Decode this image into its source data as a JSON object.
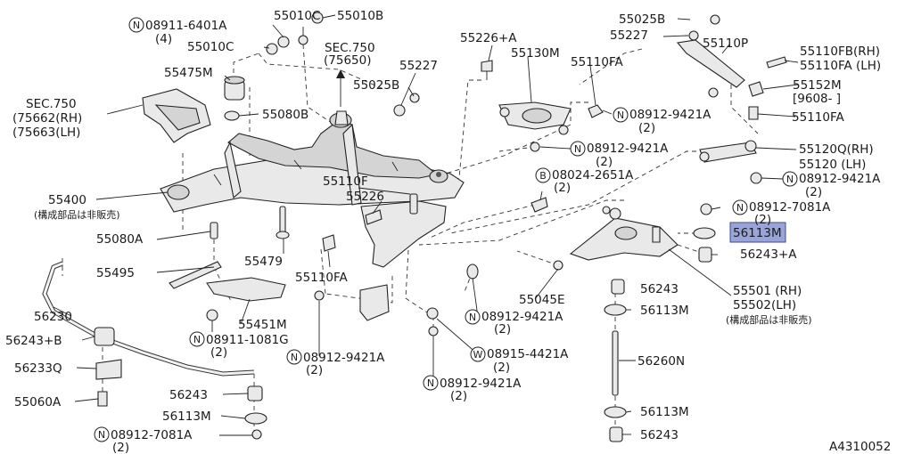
{
  "diagram_code": "A4310052",
  "highlight_color": "#9aa4d6",
  "labels": {
    "p55010c_a": "55010C",
    "p55010b": "55010B",
    "n08911_6401a": "08911-6401A",
    "n08911_6401a_qty": "(4)",
    "p55010c_b": "55010C",
    "sec750_a": "SEC.750",
    "sec750_a_num": "(75650)",
    "p55475m": "55475M",
    "sec750_b": "SEC.750",
    "sec750_b_rh": "(75662(RH)",
    "sec750_b_lh": "(75663(LH)",
    "p55080b": "55080B",
    "p55227_a": "55227",
    "p55025b_a": "55025B",
    "p55226a": "55226+A",
    "p55130m": "55130M",
    "p55110fa_a": "55110FA",
    "p55025b_b": "55025B",
    "p55227_b": "55227",
    "p55110p": "55110P",
    "p55110fb": "55110FB(RH)",
    "p55110fa_lh": "55110FA (LH)",
    "p55152m": "55152M",
    "p55152m_date": "[9608-     ]",
    "n08912_9421a_a": "08912-9421A",
    "n08912_9421a_a_qty": "(2)",
    "p55110fa_b": "55110FA",
    "n08912_9421a_b": "08912-9421A",
    "n08912_9421a_b_qty": "(2)",
    "p55120q": "55120Q(RH)",
    "p55120": "55120 (LH)",
    "b08024_2651a": "08024-2651A",
    "b08024_2651a_qty": "(2)",
    "n08912_9421a_c": "08912-9421A",
    "n08912_9421a_c_qty": "(2)",
    "p55110f": "55110F",
    "p55226": "55226",
    "p55400": "55400",
    "p55400_note": "(構成部品は非販売)",
    "n08912_7081a_a": "08912-7081A",
    "n08912_7081a_a_qty": "(2)",
    "p56113m_highlight": "56113M",
    "p56243a": "56243+A",
    "p55080a": "55080A",
    "p55479": "55479",
    "p55110fa_c": "55110FA",
    "p55495": "55495",
    "p55045e": "55045E",
    "p56243_a": "56243",
    "p55501": "55501 (RH)",
    "p55502": "55502(LH)",
    "p55502_note": "(構成部品は非販売)",
    "p56113m_a": "56113M",
    "p56230": "56230",
    "p55451m": "55451M",
    "n08912_9421a_d": "08912-9421A",
    "n08912_9421a_d_qty": "(2)",
    "p56243b": "56243+B",
    "n08911_1081g": "08911-1081G",
    "n08911_1081g_qty": "(2)",
    "n08912_9421a_e": "08912-9421A",
    "n08912_9421a_e_qty": "(2)",
    "w08915_4421a": "08915-4421A",
    "w08915_4421a_qty": "(2)",
    "p56233q": "56233Q",
    "p56260n": "56260N",
    "n08912_9421a_f": "08912-9421A",
    "n08912_9421a_f_qty": "(2)",
    "p55060a": "55060A",
    "p56243_b": "56243",
    "p56113m_b": "56113M",
    "p56113m_c": "56113M",
    "n08912_7081a_b": "08912-7081A",
    "n08912_7081a_b_qty": "(2)",
    "p56243_c": "56243"
  },
  "prefix": {
    "N": "N",
    "B": "B",
    "W": "W"
  }
}
